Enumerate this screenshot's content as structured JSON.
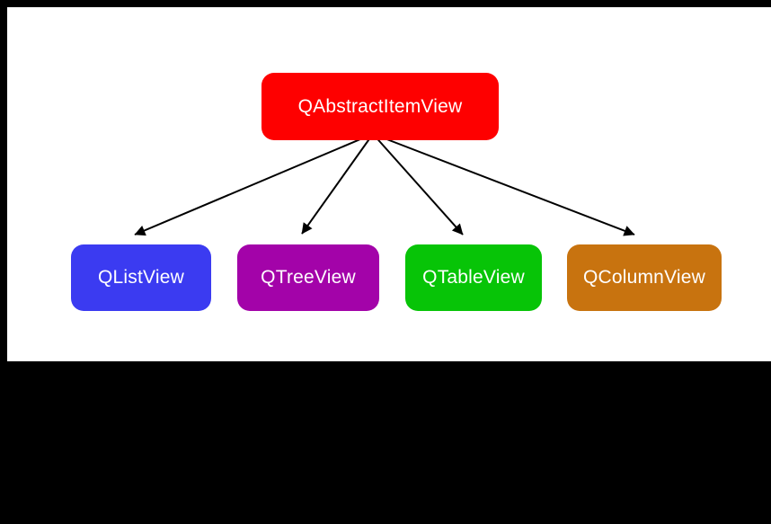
{
  "diagram": {
    "root": {
      "label": "QAbstractItemView",
      "color": "#fe0000"
    },
    "children": [
      {
        "label": "QListView",
        "color": "#3b3bf1"
      },
      {
        "label": "QTreeView",
        "color": "#a303a9"
      },
      {
        "label": "QTableView",
        "color": "#07c407"
      },
      {
        "label": "QColumnView",
        "color": "#c8730f"
      }
    ],
    "relationship": "inherits",
    "colors": {
      "page_bg": "#000000",
      "canvas_bg": "#ffffff",
      "node_text": "#ffffff",
      "arrow": "#000000"
    }
  }
}
